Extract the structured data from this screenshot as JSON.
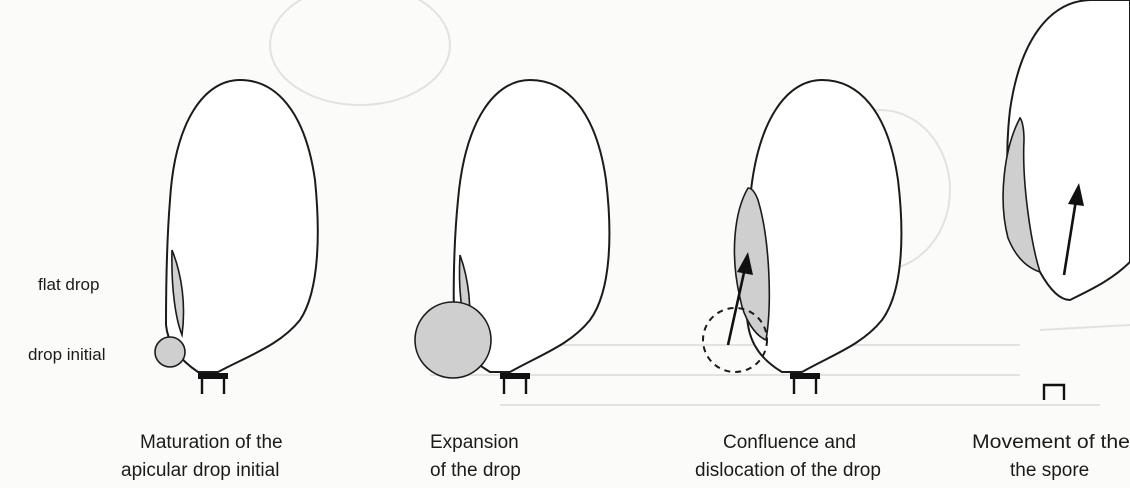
{
  "labels": {
    "flat_drop": "flat drop",
    "drop_initial": "drop initial"
  },
  "stages": [
    {
      "line1": "Maturation of the",
      "line2": "apicular drop initial"
    },
    {
      "line1": "Expansion",
      "line2": "of the drop"
    },
    {
      "line1": "Confluence and",
      "line2": "dislocation of the drop"
    },
    {
      "line1": "Movement of the",
      "line2": "the spore"
    }
  ],
  "colors": {
    "drop_fill": "#cfcfcf",
    "outline": "#1b1b1b",
    "background": "#fbfbfa"
  }
}
